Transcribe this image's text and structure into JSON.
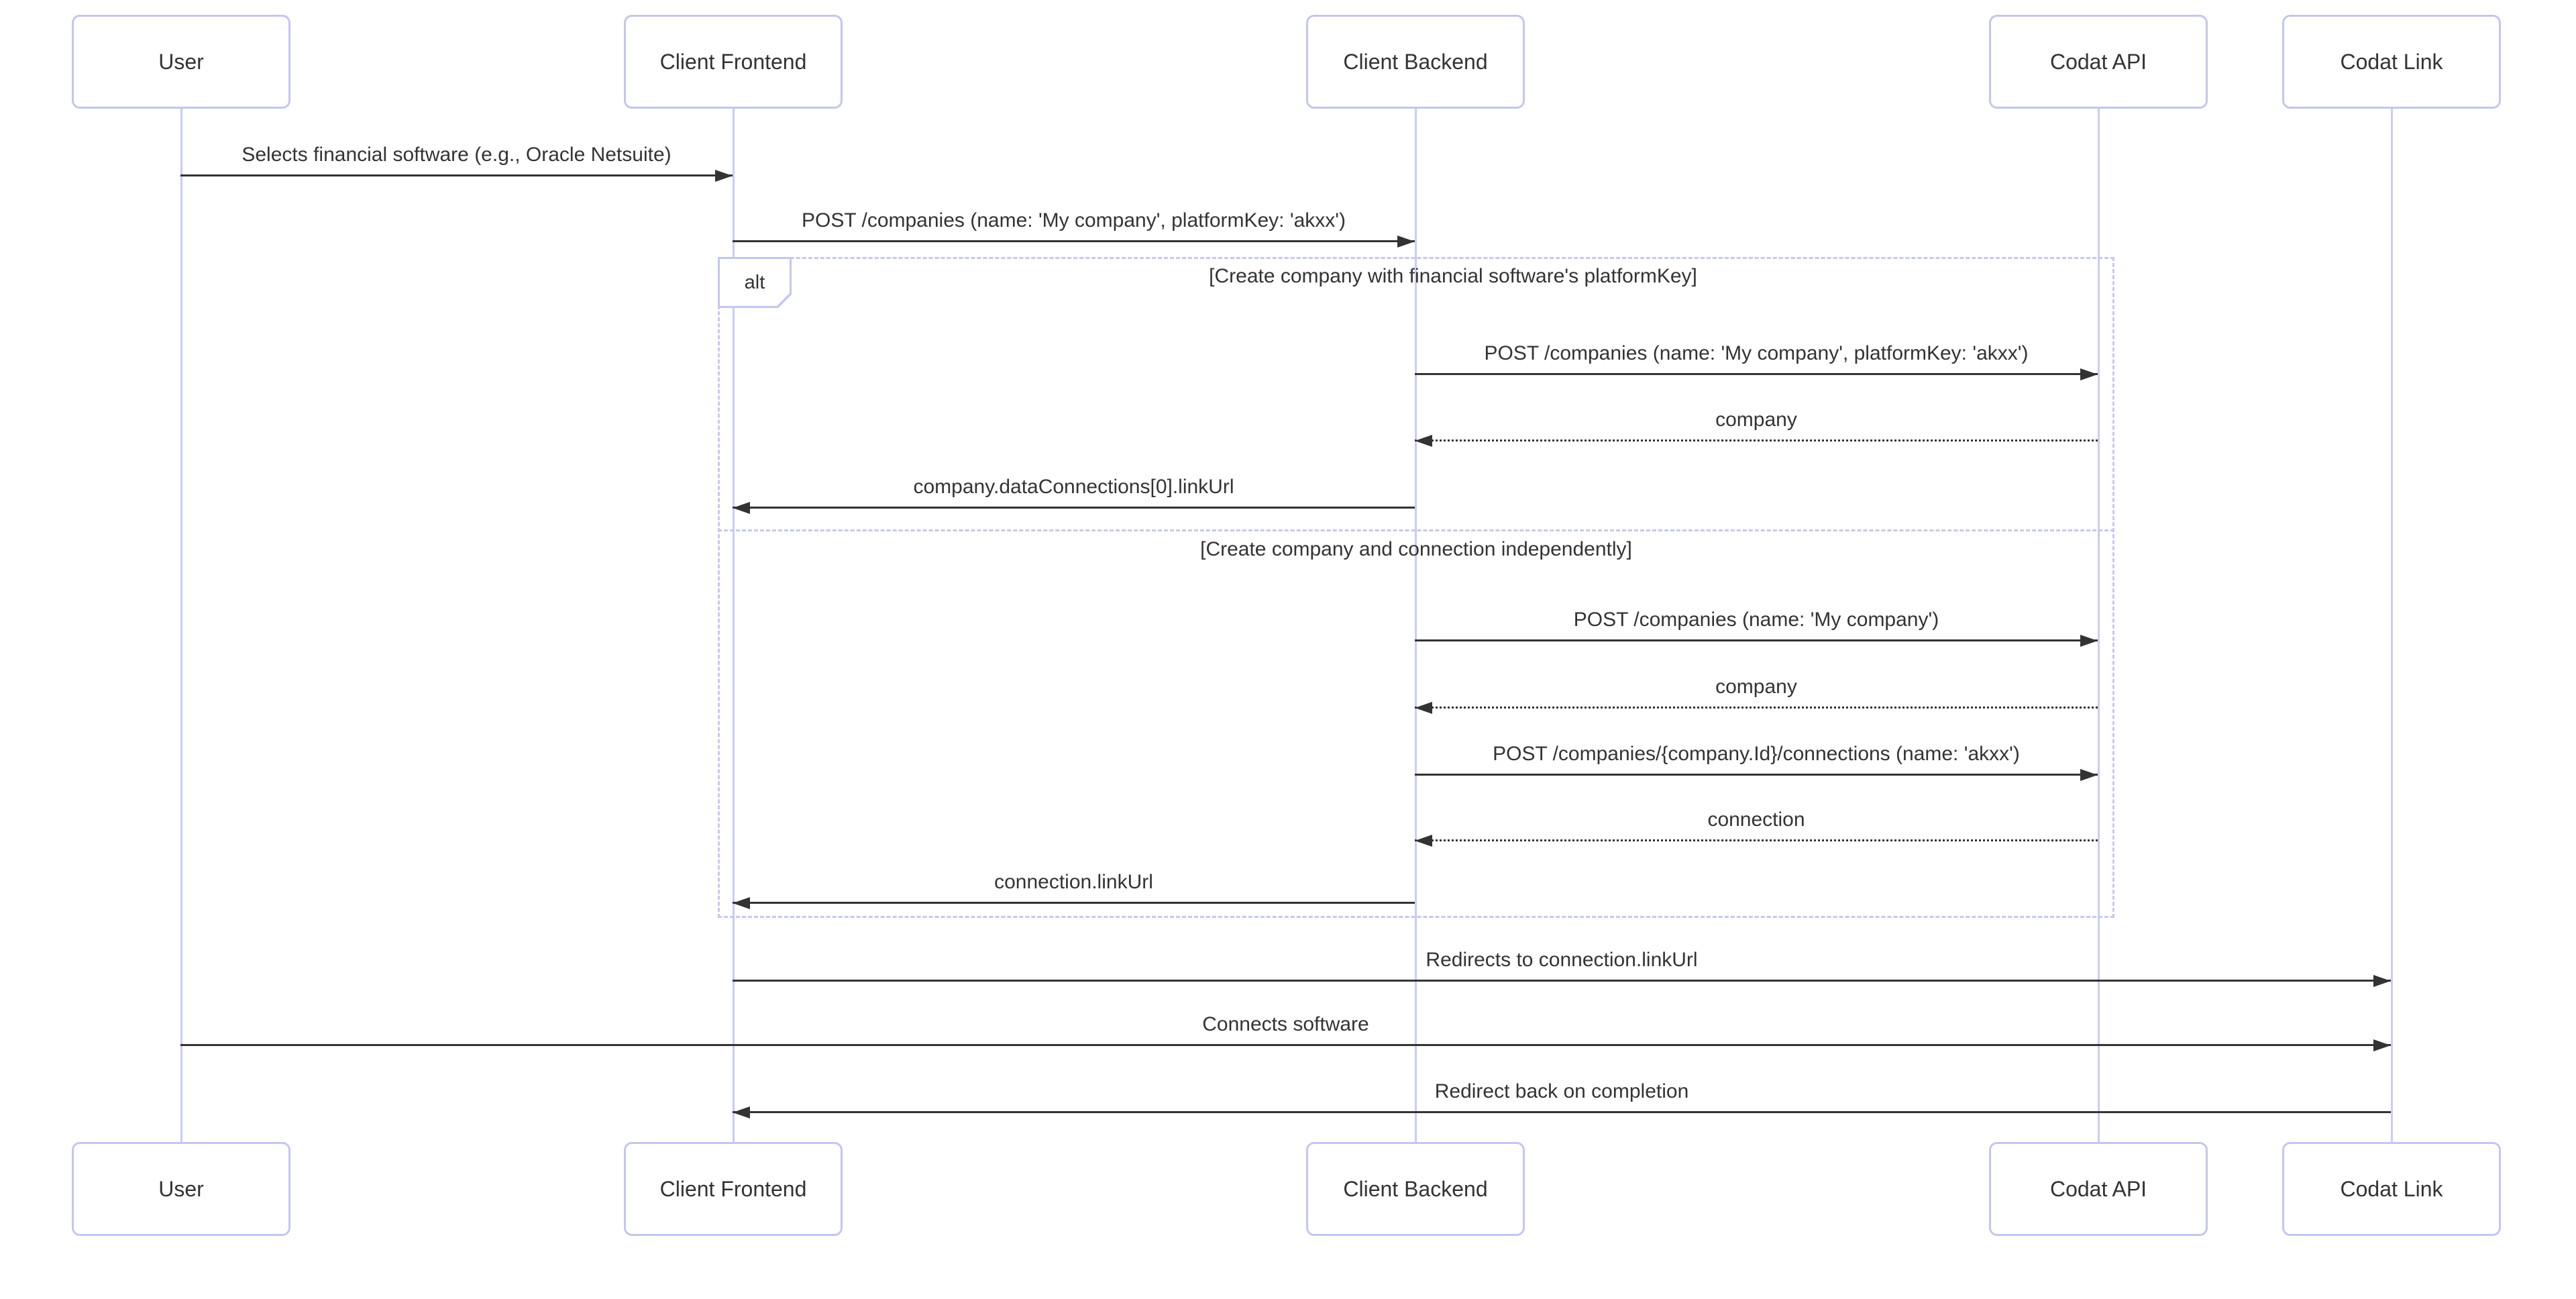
{
  "diagram": {
    "type": "sequence-diagram",
    "colors": {
      "background": "#ffffff",
      "actor_fill": "#ffffff",
      "actor_border": "#c3c6ee",
      "lifeline": "#c9ccf2",
      "frame_border": "#c5c8f0",
      "arrow": "#333333",
      "text": "#333333"
    }
  },
  "participants": [
    {
      "id": "user",
      "label": "User"
    },
    {
      "id": "client-frontend",
      "label": "Client Frontend"
    },
    {
      "id": "client-backend",
      "label": "Client Backend"
    },
    {
      "id": "codat-api",
      "label": "Codat API"
    },
    {
      "id": "codat-link",
      "label": "Codat Link"
    }
  ],
  "alt_frame": {
    "operator": "alt",
    "sections": [
      {
        "condition": "[Create company with financial software's platformKey]"
      },
      {
        "condition": "[Create company and connection independently]"
      }
    ]
  },
  "messages": [
    {
      "from": "User",
      "to": "Client Frontend",
      "style": "solid",
      "text": "Selects financial software (e.g., Oracle Netsuite)"
    },
    {
      "from": "Client Frontend",
      "to": "Client Backend",
      "style": "solid",
      "text": "POST /companies (name: 'My company', platformKey: 'akxx')"
    },
    {
      "from": "Client Backend",
      "to": "Codat API",
      "style": "solid",
      "text": "POST /companies (name: 'My company', platformKey: 'akxx')"
    },
    {
      "from": "Codat API",
      "to": "Client Backend",
      "style": "dashed",
      "text": "company"
    },
    {
      "from": "Client Backend",
      "to": "Client Frontend",
      "style": "solid",
      "text": "company.dataConnections[0].linkUrl"
    },
    {
      "from": "Client Backend",
      "to": "Codat API",
      "style": "solid",
      "text": "POST /companies (name: 'My company')"
    },
    {
      "from": "Codat API",
      "to": "Client Backend",
      "style": "dashed",
      "text": "company"
    },
    {
      "from": "Client Backend",
      "to": "Codat API",
      "style": "solid",
      "text": "POST /companies/{company.Id}/connections (name: 'akxx')"
    },
    {
      "from": "Codat API",
      "to": "Client Backend",
      "style": "dashed",
      "text": "connection"
    },
    {
      "from": "Client Backend",
      "to": "Client Frontend",
      "style": "solid",
      "text": "connection.linkUrl"
    },
    {
      "from": "Client Frontend",
      "to": "Codat Link",
      "style": "solid",
      "text": "Redirects to connection.linkUrl"
    },
    {
      "from": "User",
      "to": "Codat Link",
      "style": "solid",
      "text": "Connects software"
    },
    {
      "from": "Codat Link",
      "to": "Client Frontend",
      "style": "solid",
      "text": "Redirect back on completion"
    }
  ]
}
